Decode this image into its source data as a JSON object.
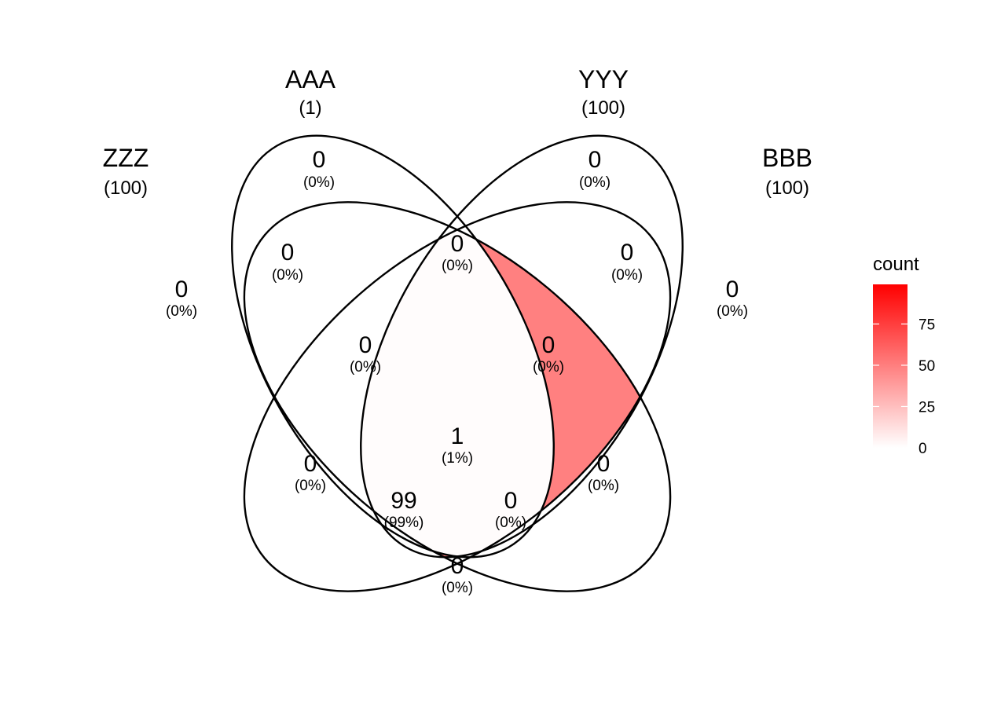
{
  "sets": [
    {
      "name": "ZZZ",
      "size": "(100)"
    },
    {
      "name": "AAA",
      "size": "(1)"
    },
    {
      "name": "YYY",
      "size": "(100)"
    },
    {
      "name": "BBB",
      "size": "(100)"
    }
  ],
  "regions": [
    {
      "id": "zzz-only",
      "count": 0,
      "label": "0",
      "pct": "(0%)"
    },
    {
      "id": "aaa-only",
      "count": 0,
      "label": "0",
      "pct": "(0%)"
    },
    {
      "id": "yyy-only",
      "count": 0,
      "label": "0",
      "pct": "(0%)"
    },
    {
      "id": "bbb-only",
      "count": 0,
      "label": "0",
      "pct": "(0%)"
    },
    {
      "id": "zzz-aaa",
      "count": 0,
      "label": "0",
      "pct": "(0%)"
    },
    {
      "id": "aaa-yyy",
      "count": 0,
      "label": "0",
      "pct": "(0%)"
    },
    {
      "id": "yyy-bbb",
      "count": 0,
      "label": "0",
      "pct": "(0%)"
    },
    {
      "id": "zzz-aaa-yyy",
      "count": 0,
      "label": "0",
      "pct": "(0%)"
    },
    {
      "id": "aaa-yyy-bbb",
      "count": 0,
      "label": "0",
      "pct": "(0%)"
    },
    {
      "id": "zzz-yyy",
      "count": 0,
      "label": "0",
      "pct": "(0%)"
    },
    {
      "id": "aaa-bbb",
      "count": 0,
      "label": "0",
      "pct": "(0%)"
    },
    {
      "id": "zzz-aaa-yyy-bbb",
      "count": 1,
      "label": "1",
      "pct": "(1%)"
    },
    {
      "id": "zzz-yyy-bbb",
      "count": 99,
      "label": "99",
      "pct": "(99%)"
    },
    {
      "id": "zzz-aaa-bbb",
      "count": 0,
      "label": "0",
      "pct": "(0%)"
    },
    {
      "id": "zzz-bbb",
      "count": 0,
      "label": "0",
      "pct": "(0%)"
    }
  ],
  "legend": {
    "title": "count",
    "ticks": [
      "0",
      "25",
      "50",
      "75"
    ],
    "tick_values": [
      0,
      25,
      50,
      75
    ],
    "min": 0,
    "max": 99,
    "low_color": "#ffffff",
    "high_color": "#ff0000"
  }
}
